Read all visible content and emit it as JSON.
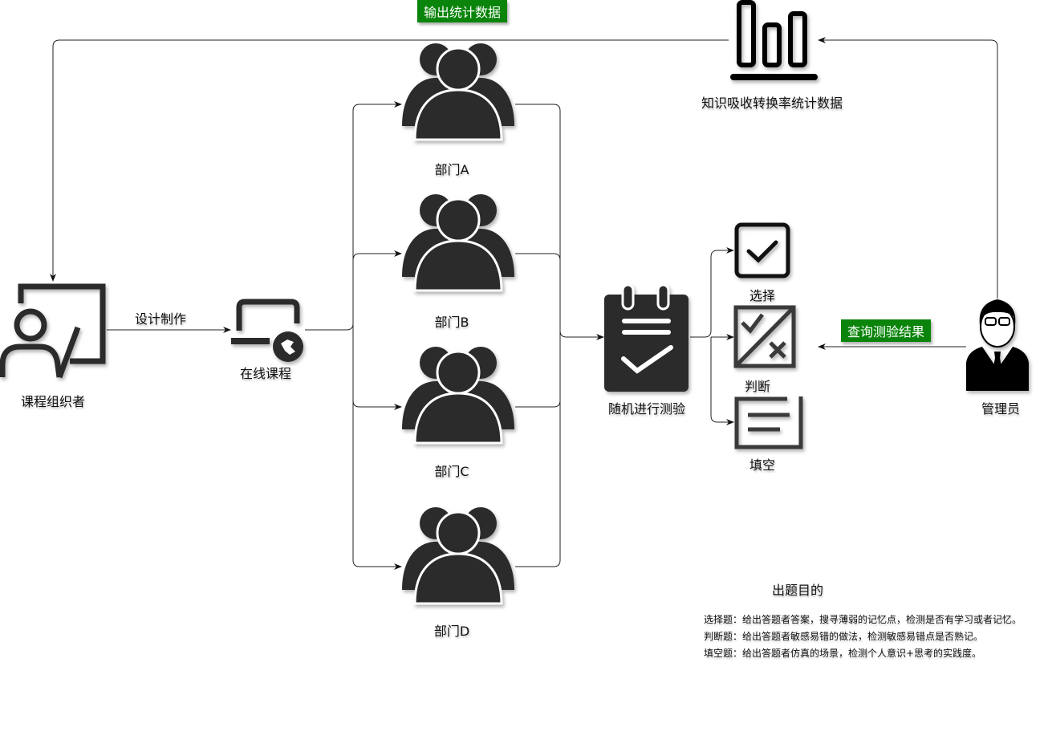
{
  "colors": {
    "icon_fill": "#2b2b2b",
    "tag_bg": "#0a840a",
    "tag_text": "#ffffff",
    "line": "#222222"
  },
  "nodes": {
    "organizer": {
      "label": "课程组织者",
      "icon": "presenter-icon"
    },
    "course": {
      "label": "在线课程",
      "icon": "laptop-globe-icon"
    },
    "departments": [
      {
        "label": "部门A",
        "icon": "group-icon"
      },
      {
        "label": "部门B",
        "icon": "group-icon"
      },
      {
        "label": "部门C",
        "icon": "group-icon"
      },
      {
        "label": "部门D",
        "icon": "group-icon"
      }
    ],
    "quiz": {
      "label": "随机进行测验",
      "icon": "clipboard-check-icon"
    },
    "question_types": [
      {
        "label": "选择",
        "icon": "checkbox-icon"
      },
      {
        "label": "判断",
        "icon": "true-false-icon"
      },
      {
        "label": "填空",
        "icon": "fill-blank-icon"
      }
    ],
    "admin": {
      "label": "管理员",
      "icon": "manager-icon"
    },
    "stats": {
      "label": "知识吸收转换率统计数据",
      "icon": "bar-chart-icon"
    }
  },
  "edges": {
    "design_label": "设计制作",
    "output_stats_tag": "输出统计数据",
    "query_results_tag": "查询测验结果"
  },
  "notes": {
    "title": "出题目的",
    "lines": [
      "选择题：给出答题者答案，搜寻薄弱的记忆点，检测是否有学习或者记忆。",
      "判断题：给出答题者敏感易错的做法，检测敏感易错点是否熟记。",
      "填空题：给出答题者仿真的场景，检测个人意识+思考的实践度。"
    ]
  }
}
